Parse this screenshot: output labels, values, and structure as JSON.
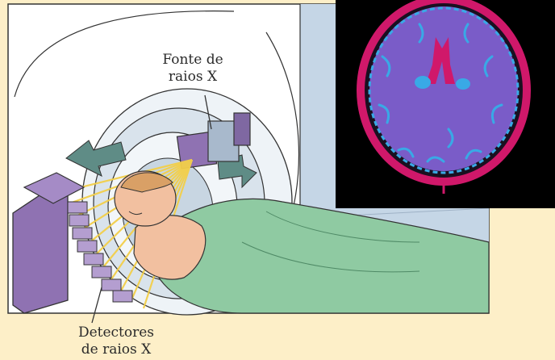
{
  "labels": {
    "source_line1": "Fonte de",
    "source_line2": "raios X",
    "detector_line1": "Detectores",
    "detector_line2": "de raios X"
  },
  "colors": {
    "background": "#fdefc8",
    "room_wall": "#c5d6e6",
    "scanner_body": "#e4ecf2",
    "scanner_ring": "#b9c7d6",
    "detector_purple": "#8f72b2",
    "xray_beam": "#f3cf4a",
    "sheet_green": "#8fcaa2",
    "skin": "#f2c0a0",
    "mri_background": "#000000",
    "mri_tissue": "#7a5cc8",
    "mri_edge": "#d0186a",
    "mri_fluid": "#39a9e6"
  },
  "icons": {
    "arrows": "rotation-arrow-icon"
  }
}
